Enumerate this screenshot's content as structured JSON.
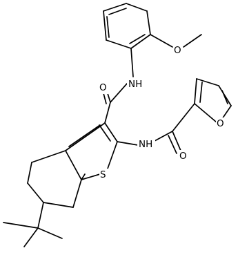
{
  "atoms": {
    "amide_nh_top": "NH",
    "amide_o_top": "O",
    "methoxy_o": "O",
    "amide_nh_bottom": "NH",
    "amide_o_bottom": "O",
    "furan_o": "O",
    "thiophene_s": "S"
  }
}
